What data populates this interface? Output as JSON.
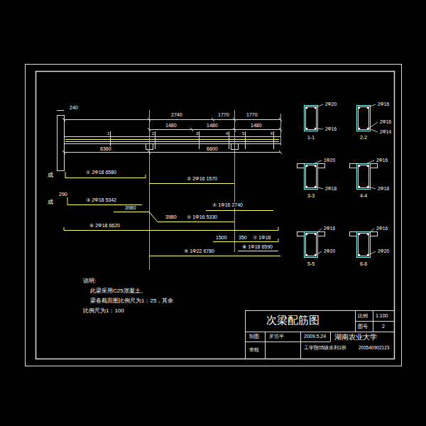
{
  "diagram": {
    "title": "次梁配筋图",
    "nodes": [
      {
        "text": [
          "1-1"
        ]
      },
      {
        "text": [
          "2-2"
        ]
      },
      {
        "text": [
          "3-3"
        ]
      },
      {
        "text": [
          "4-4"
        ]
      },
      {
        "text": [
          "5-5"
        ]
      },
      {
        "text": [
          "6-6"
        ]
      }
    ],
    "labels": [
      "240",
      "2740",
      "1770",
      "1770",
      "1480",
      "1480",
      "1480",
      "6360",
      "6600",
      "1",
      "2",
      "3",
      "4",
      "5",
      "6",
      "成",
      "① 2Φ18 6580",
      "② 2Φ16 1570",
      "成",
      "290",
      "③ 2Φ18 5342",
      "3980",
      "④ 1Φ16 2740",
      "3980",
      "⑤ 1Φ16 5330",
      "⑥ 2Φ18 6620",
      "1500",
      "350",
      "⑦ 1Φ18",
      "⑧ 1Φ18 6590",
      "⑨ 1Φ22 6780",
      "说明:",
      "此梁采用C25混凝土。",
      "梁各截面图比例尺为1：25，其余",
      "比例尺为1：100",
      "比例",
      "1:100",
      "图号",
      "2",
      "制图",
      "罗浩平",
      "2009.5.24",
      "湖南农业大学",
      "审核",
      "工学院05级水利1班",
      "200540902123",
      "2Φ20",
      "2Φ16",
      "2Φ16",
      "2Φ16",
      "2Φ14",
      "1Φ20",
      "2Φ18",
      "2Φ16",
      "2Φ18",
      "2Φ16",
      "2Φ20",
      "2Φ16",
      "2Φ20"
    ]
  }
}
